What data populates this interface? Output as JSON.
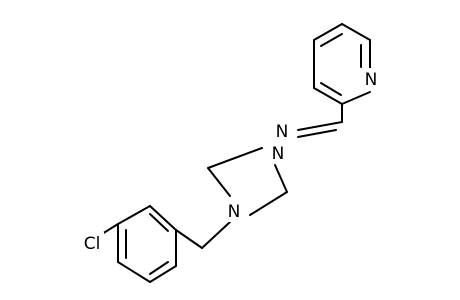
{
  "molecule": {
    "atoms": [
      {
        "id": "n-imine",
        "symbol": "N"
      },
      {
        "id": "n-pyridine",
        "symbol": "N"
      },
      {
        "id": "n-piperazine-top",
        "symbol": "N"
      },
      {
        "id": "n-piperazine-bottom",
        "symbol": "N"
      },
      {
        "id": "cl",
        "symbol": "Cl"
      }
    ]
  }
}
